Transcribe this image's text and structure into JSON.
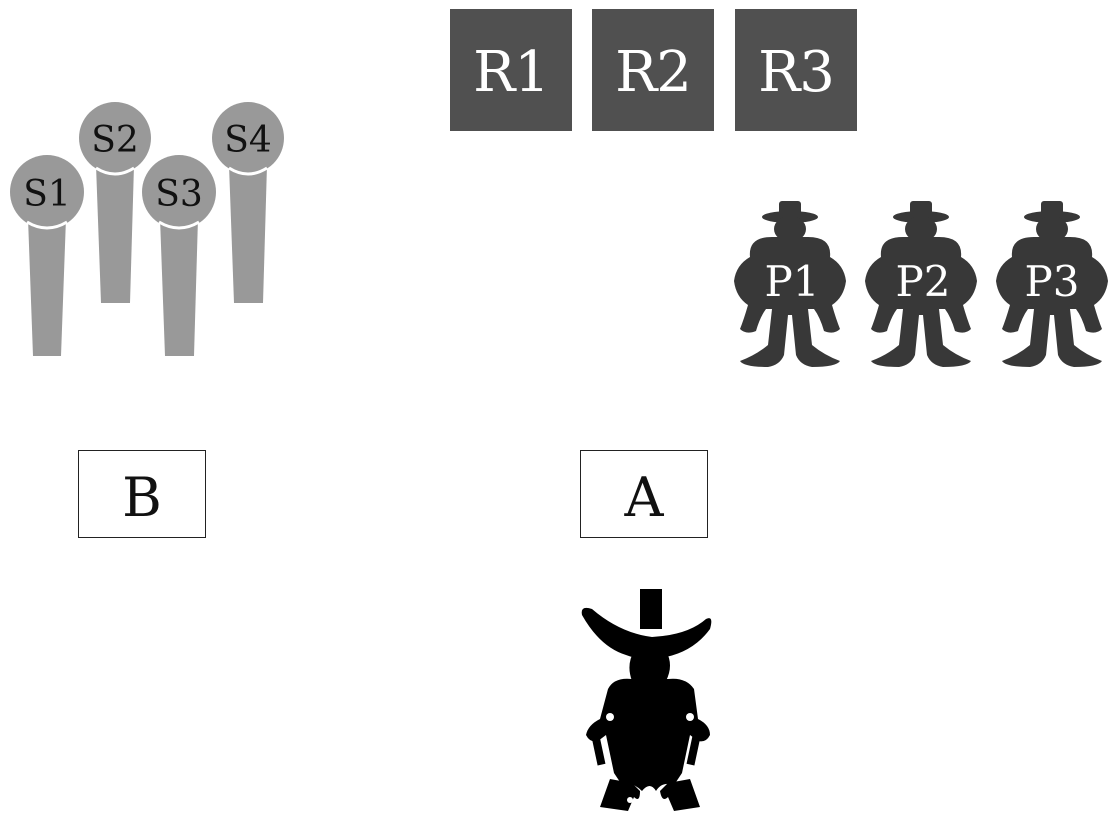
{
  "r_tiles": [
    {
      "label": "R1"
    },
    {
      "label": "R2"
    },
    {
      "label": "R3"
    }
  ],
  "s_pieces": [
    {
      "label": "S1"
    },
    {
      "label": "S2"
    },
    {
      "label": "S3"
    },
    {
      "label": "S4"
    }
  ],
  "p_figures": [
    {
      "label": "P1"
    },
    {
      "label": "P2"
    },
    {
      "label": "P3"
    }
  ],
  "boxes": {
    "b_label": "B",
    "a_label": "A"
  },
  "colors": {
    "r_tile": "#505050",
    "s_piece": "#999999",
    "p_figure": "#383838",
    "cowboy": "#000000"
  },
  "icons": {
    "s_piece": "microphone-icon",
    "p_figure": "sumo-figure-icon",
    "cowboy": "cowboy-silhouette-icon"
  }
}
